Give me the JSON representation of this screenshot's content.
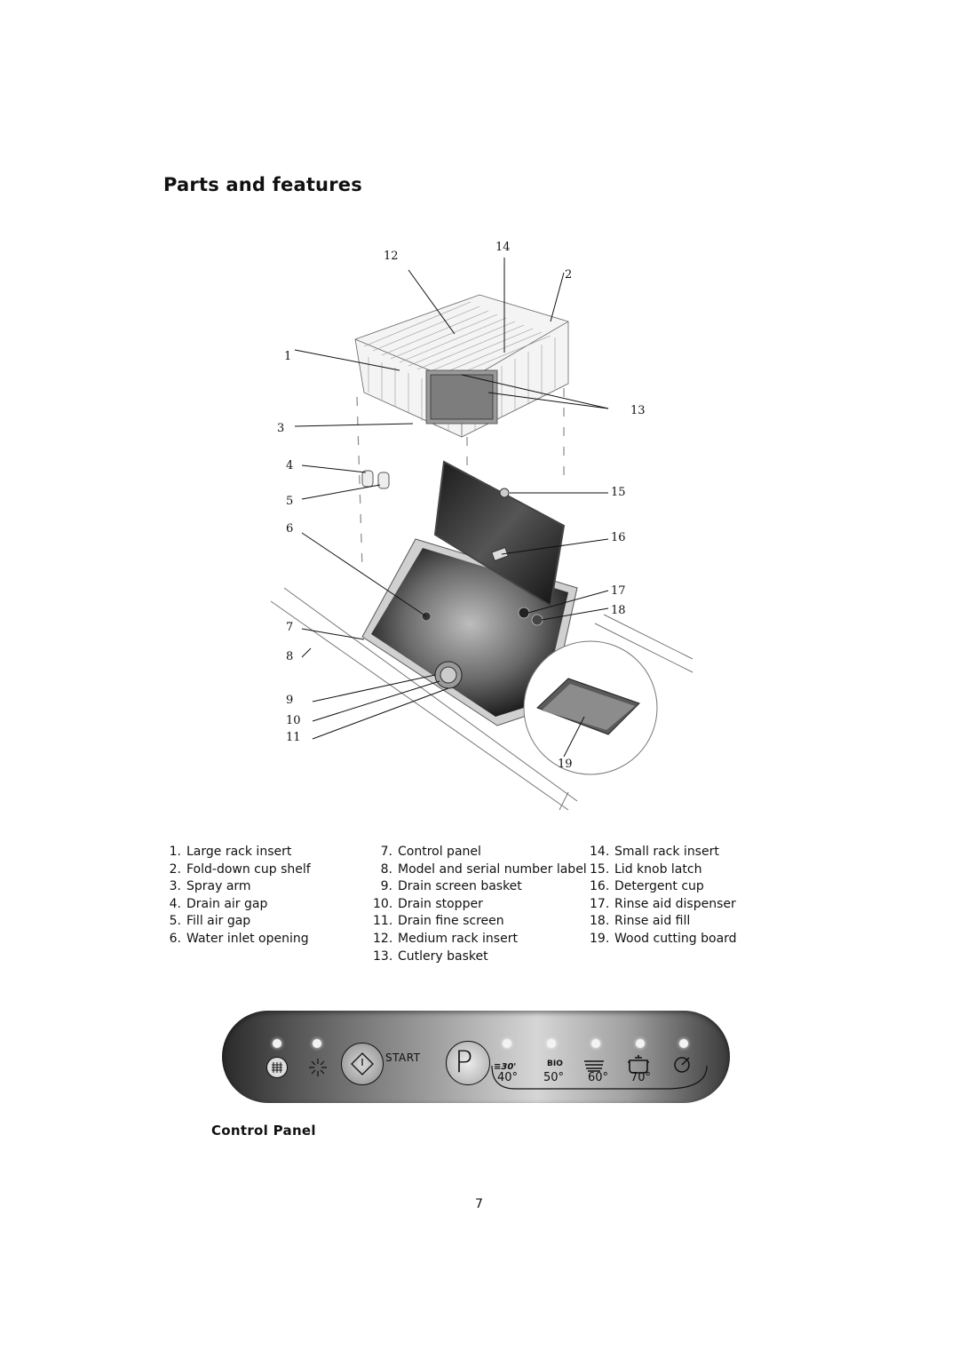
{
  "page": {
    "title": "Parts and features",
    "page_number": "7"
  },
  "diagram": {
    "callouts": [
      "1",
      "2",
      "3",
      "4",
      "5",
      "6",
      "7",
      "8",
      "9",
      "10",
      "11",
      "12",
      "13",
      "14",
      "15",
      "16",
      "17",
      "18",
      "19"
    ]
  },
  "parts": {
    "col1": [
      {
        "num": "1.",
        "label": "Large rack insert"
      },
      {
        "num": "2.",
        "label": "Fold-down cup shelf"
      },
      {
        "num": "3.",
        "label": "Spray arm"
      },
      {
        "num": "4.",
        "label": "Drain air gap"
      },
      {
        "num": "5.",
        "label": "Fill air gap"
      },
      {
        "num": "6.",
        "label": "Water inlet opening"
      }
    ],
    "col2": [
      {
        "num": "7.",
        "label": "Control panel"
      },
      {
        "num": "8.",
        "label": "Model and serial number label"
      },
      {
        "num": "9.",
        "label": "Drain screen basket"
      },
      {
        "num": "10.",
        "label": "Drain stopper"
      },
      {
        "num": "11.",
        "label": "Drain fine screen"
      },
      {
        "num": "12.",
        "label": "Medium rack insert"
      },
      {
        "num": "13.",
        "label": "Cutlery basket"
      }
    ],
    "col3": [
      {
        "num": "14.",
        "label": "Small rack insert"
      },
      {
        "num": "15.",
        "label": "Lid knob latch"
      },
      {
        "num": "16.",
        "label": "Detergent cup"
      },
      {
        "num": "17.",
        "label": "Rinse aid dispenser"
      },
      {
        "num": "18.",
        "label": "Rinse aid fill"
      },
      {
        "num": "19.",
        "label": "Wood cutting board"
      }
    ]
  },
  "control_panel": {
    "caption": "Control Panel",
    "start_label": "START",
    "program_button": "P",
    "eco_label": "≡30'",
    "bio_label": "BIO",
    "temperatures": [
      "40°",
      "50°",
      "60°",
      "70°"
    ]
  }
}
